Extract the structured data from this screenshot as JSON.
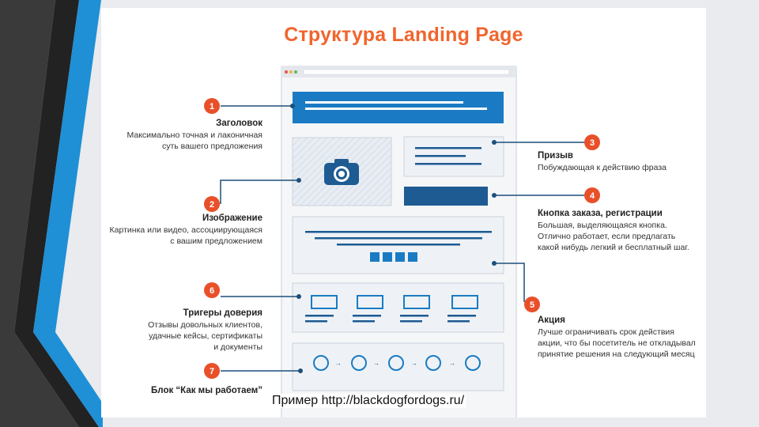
{
  "title": "Структура Landing Page",
  "annotations": [
    {
      "num": "1",
      "heading": "Заголовок",
      "desc": "Максимально точная и лаконичная\nсуть вашего предложения"
    },
    {
      "num": "2",
      "heading": "Изображение",
      "desc": "Картинка или видео, ассоциирующаяся\nс вашим предложением"
    },
    {
      "num": "3",
      "heading": "Призыв",
      "desc": "Побуждающая к действию фраза"
    },
    {
      "num": "4",
      "heading": "Кнопка заказа, регистрации",
      "desc": "Большая, выделяющаяся кнопка.\nОтлично работает, если предлагать\nкакой нибудь легкий и бесплатный шаг."
    },
    {
      "num": "5",
      "heading": "Акция",
      "desc": "Лучше ограничивать срок действия\nакции, что бы посетитель не откладывал\nпринятие решения на следующий месяц"
    },
    {
      "num": "6",
      "heading": "Тригеры доверия",
      "desc": "Отзывы довольных клиентов,\nудачные кейсы, сертификаты\nи документы"
    },
    {
      "num": "7",
      "heading": "Блок “Как мы работаем”",
      "desc": ""
    }
  ],
  "footer": "Пример http://blackdogfordogs.ru/",
  "colors": {
    "accent": "#f0652e",
    "primary": "#1a7bc4",
    "navy": "#1d5b92",
    "badge": "#e8502a"
  },
  "icons": {
    "image_block": "camera-icon"
  }
}
